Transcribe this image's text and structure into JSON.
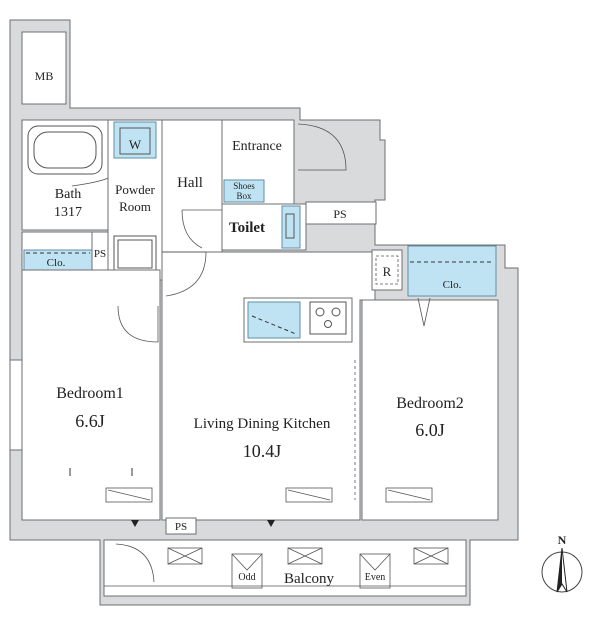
{
  "labels": {
    "mb": "MB",
    "bath_name": "Bath",
    "bath_size": "1317",
    "powder_line1": "Powder",
    "powder_line2": "Room",
    "washer": "W",
    "hall": "Hall",
    "entrance": "Entrance",
    "shoes_line1": "Shoes",
    "shoes_line2": "Box",
    "toilet": "Toilet",
    "ps_top": "PS",
    "ps_left": "PS",
    "ps_bottom": "PS",
    "clo_left": "Clo.",
    "clo_right": "Clo.",
    "refrigerator": "R",
    "bedroom1_name": "Bedroom1",
    "bedroom1_size": "6.6J",
    "ldk_name": "Living Dining Kitchen",
    "ldk_size": "10.4J",
    "bedroom2_name": "Bedroom2",
    "bedroom2_size": "6.0J",
    "balcony": "Balcony",
    "odd": "Odd",
    "even": "Even",
    "north": "N"
  },
  "colors": {
    "wall": "#d9dadc",
    "fixture_blue": "#bfe3f3"
  }
}
